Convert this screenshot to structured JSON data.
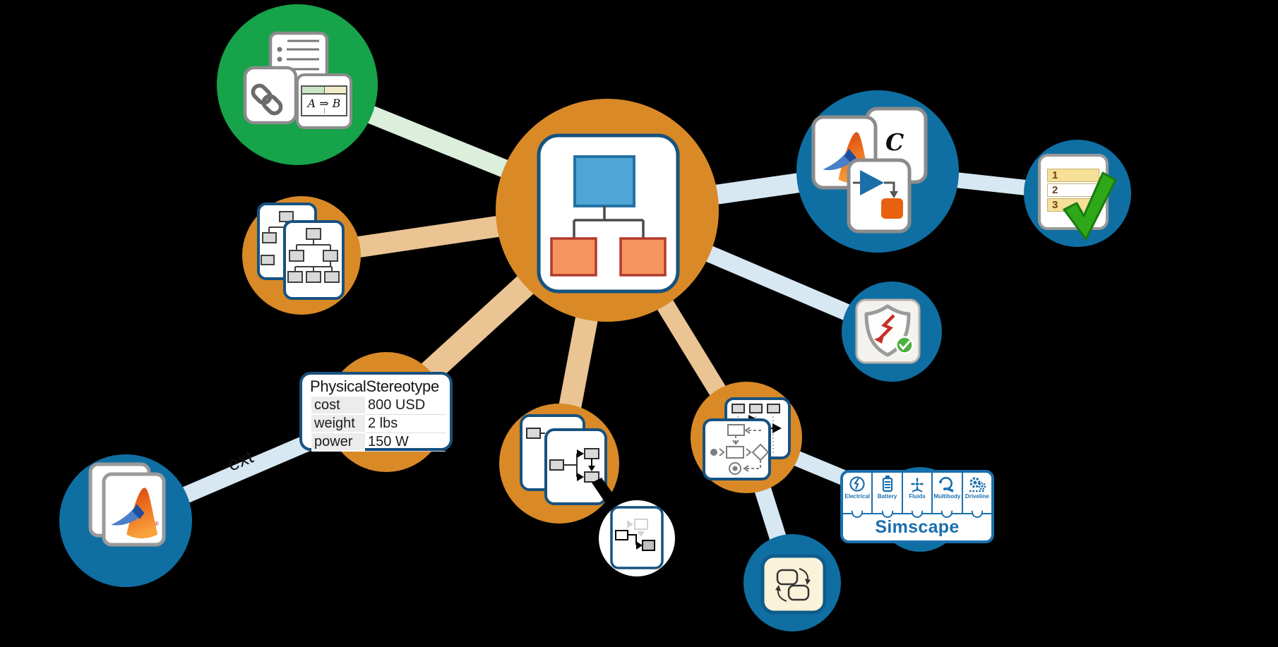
{
  "palette": {
    "background": "#000000",
    "orange_node": "#D98A27",
    "blue_node": "#0F6FA3",
    "green_node": "#16A34A",
    "white_node": "#FFFFFF",
    "tan_edge": "#EBC494",
    "blue_edge": "#D7E8F3",
    "green_edge": "#DCEFDD",
    "card_border_blue": "#17527F",
    "card_border_gray": "#8C8C8C",
    "simscape_blue": "#1A6FAE"
  },
  "diagram": {
    "nodes": [
      {
        "id": "architecture-model",
        "color": "#D98A27",
        "icon": "architecture-model-icon"
      },
      {
        "id": "requirements",
        "color": "#16A34A",
        "icon": "requirements-link-icon"
      },
      {
        "id": "hierarchy",
        "color": "#D98A27",
        "icon": "hierarchy-icon"
      },
      {
        "id": "stereotype",
        "color": "#D98A27",
        "icon": "stereotype-table-card"
      },
      {
        "id": "matlab",
        "color": "#0F6FA3",
        "icon": "matlab-files-icon"
      },
      {
        "id": "sequence-diagrams",
        "color": "#D98A27",
        "icon": "sequence-diagrams-icon"
      },
      {
        "id": "zoom-callout",
        "color": "#FFFFFF",
        "icon": "sequence-detail-icon"
      },
      {
        "id": "activity-diagrams",
        "color": "#D98A27",
        "icon": "activity-diagrams-icon"
      },
      {
        "id": "code-generation",
        "color": "#0F6FA3",
        "icon": "matlab-c-simulink-icon"
      },
      {
        "id": "checklist",
        "color": "#0F6FA3",
        "icon": "checklist-icon"
      },
      {
        "id": "security",
        "color": "#0F6FA3",
        "icon": "security-shield-icon"
      },
      {
        "id": "simscape",
        "color": "#0F6FA3",
        "icon": "simscape-box"
      },
      {
        "id": "stateflow",
        "color": "#0F6FA3",
        "icon": "stateflow-icon"
      }
    ],
    "edges": [
      {
        "from": "requirements",
        "to": "architecture-model",
        "color": "green_edge"
      },
      {
        "from": "hierarchy",
        "to": "architecture-model",
        "color": "tan_edge"
      },
      {
        "from": "stereotype",
        "to": "architecture-model",
        "color": "tan_edge"
      },
      {
        "from": "sequence-diagrams",
        "to": "architecture-model",
        "color": "tan_edge"
      },
      {
        "from": "activity-diagrams",
        "to": "architecture-model",
        "color": "tan_edge"
      },
      {
        "from": "code-generation",
        "to": "architecture-model",
        "color": "blue_edge"
      },
      {
        "from": "security",
        "to": "architecture-model",
        "color": "blue_edge"
      },
      {
        "from": "checklist",
        "to": "code-generation",
        "color": "blue_edge"
      },
      {
        "from": "matlab",
        "to": "stereotype",
        "color": "blue_edge",
        "label": "ext"
      },
      {
        "from": "simscape",
        "to": "activity-diagrams",
        "color": "blue_edge"
      },
      {
        "from": "stateflow",
        "to": "activity-diagrams",
        "color": "blue_edge"
      }
    ]
  },
  "stereotype_card": {
    "title": "PhysicalStereotype",
    "rows": [
      {
        "name": "cost",
        "value": "800 USD"
      },
      {
        "name": "weight",
        "value": "2 lbs"
      },
      {
        "name": "power",
        "value": "150 W"
      }
    ]
  },
  "requirements_card": {
    "cell_text": "A ⇒ B"
  },
  "code_card": {
    "letter": "C"
  },
  "checklist_card": {
    "items": [
      "1",
      "2",
      "3"
    ]
  },
  "edge_label": {
    "ext": "ext"
  },
  "matlab_node": {
    "registered_mark": "®"
  },
  "simscape_box": {
    "products": [
      "Electrical",
      "Battery",
      "Fluids",
      "Multibody",
      "Driveline"
    ],
    "title": "Simscape"
  }
}
